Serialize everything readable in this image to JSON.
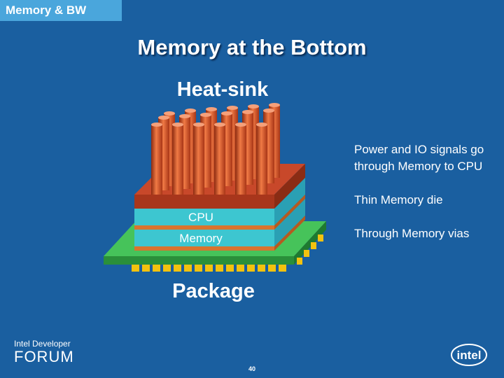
{
  "header": {
    "section_tab": "Memory & BW"
  },
  "slide": {
    "title": "Memory at the Bottom"
  },
  "diagram": {
    "top_label": "Heat-sink",
    "cpu_label": "CPU",
    "memory_label": "Memory",
    "bottom_label": "Package"
  },
  "bullets": [
    "Power and IO signals go through Memory to CPU",
    "Thin Memory die",
    "Through Memory vias"
  ],
  "footer": {
    "brand_line1": "Intel Developer",
    "brand_line2": "FORUM",
    "page_number": "40",
    "company_logo": "intel"
  },
  "colors": {
    "background": "#1a5fa0",
    "tab": "#4aa6dc",
    "heatsink": "#d9532a",
    "die": "#3dc6d0",
    "package": "#37b34a",
    "pins": "#f3c20f"
  }
}
